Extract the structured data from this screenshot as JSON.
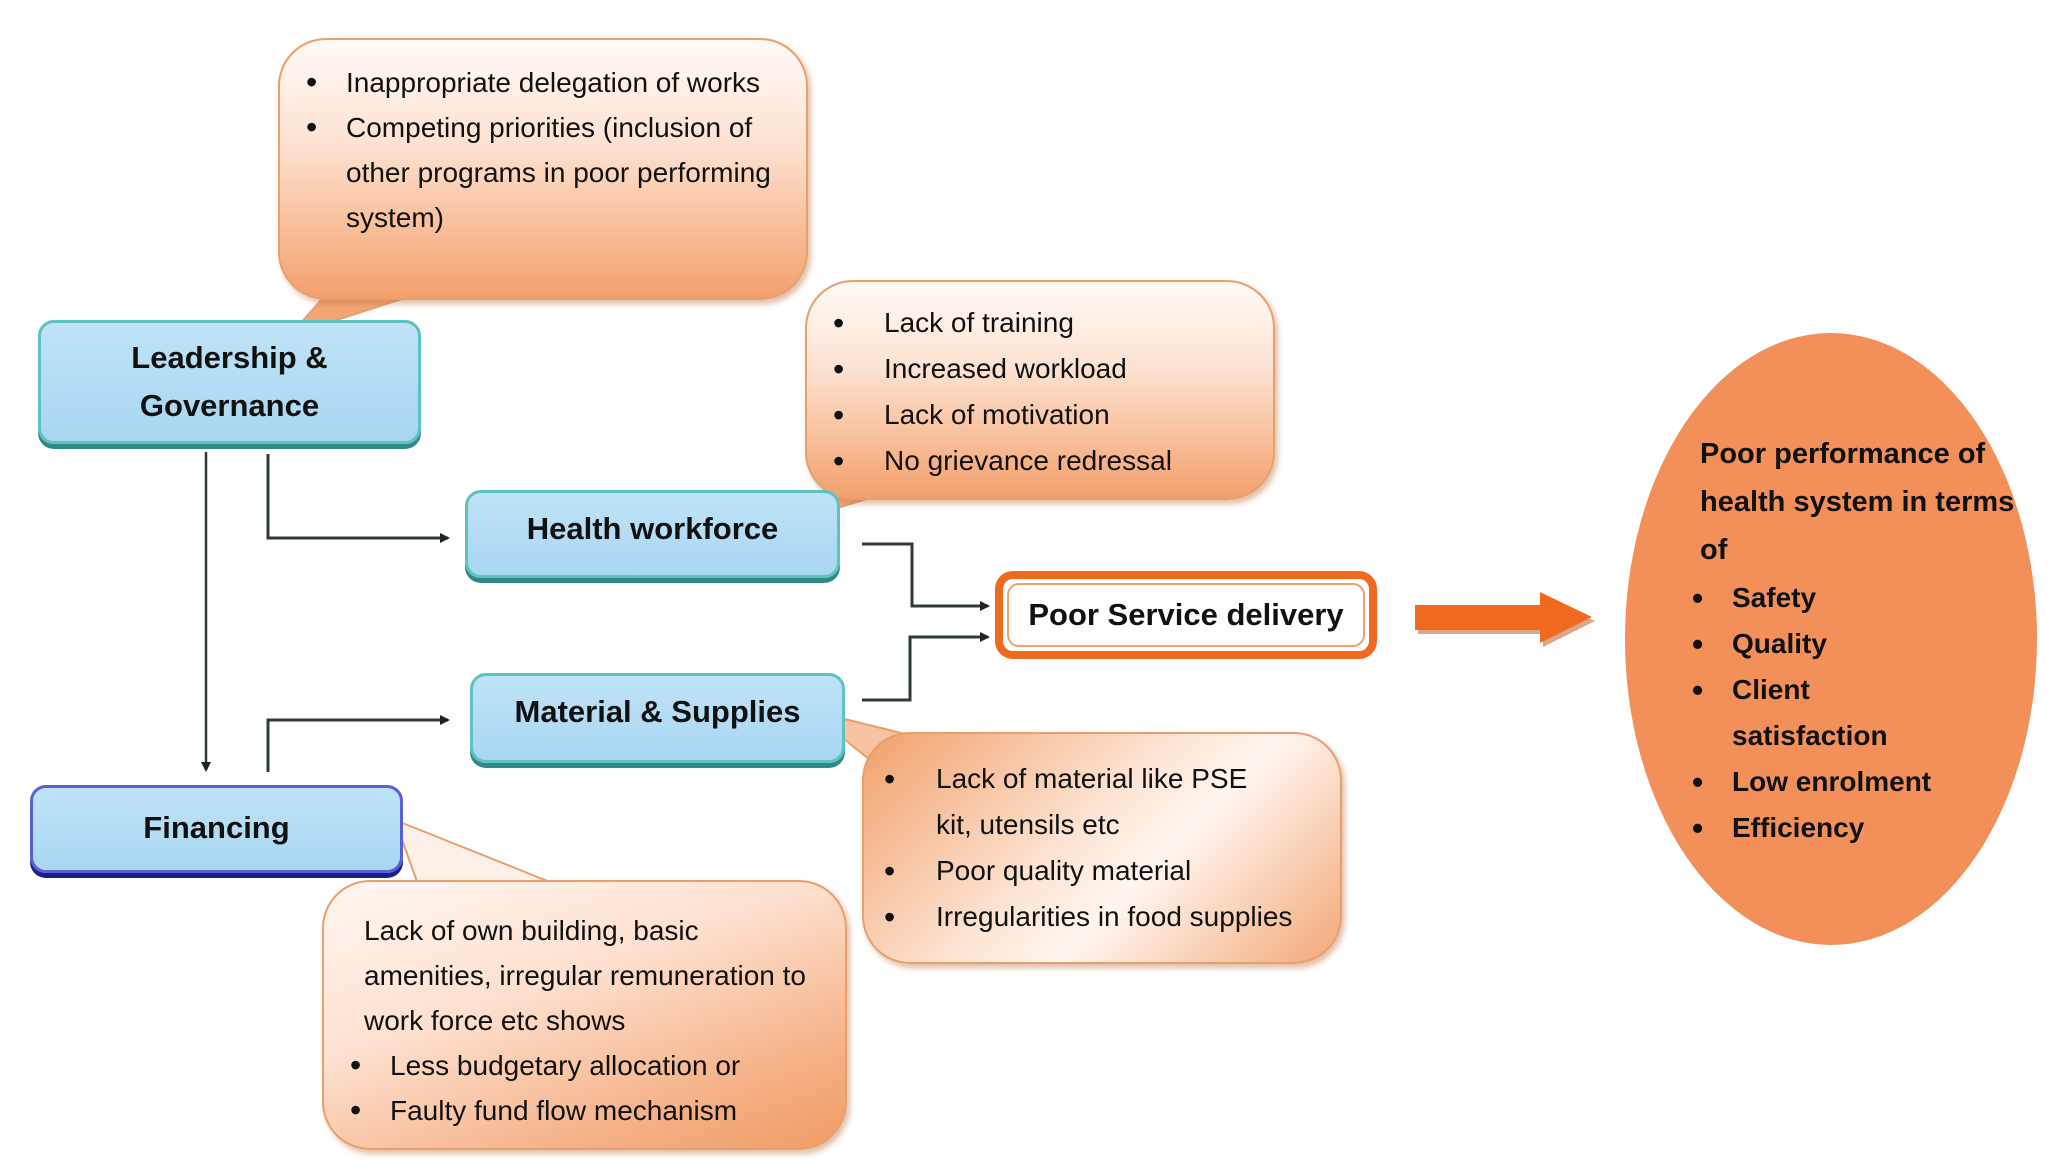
{
  "diagram": {
    "nodes": {
      "leadership": "Leadership & Governance",
      "health_workforce": "Health workforce",
      "material_supplies": "Material & Supplies",
      "financing": "Financing",
      "poor_service_delivery": "Poor Service delivery"
    },
    "callouts": {
      "leadership": {
        "items": [
          "Inappropriate delegation of works",
          "Competing priorities (inclusion of other programs in poor performing system)"
        ]
      },
      "health_workforce": {
        "items": [
          "Lack of training",
          "Increased workload",
          "Lack of motivation",
          "No grievance redressal"
        ]
      },
      "material_supplies": {
        "items": [
          "Lack of material like PSE kit, utensils etc",
          "Poor quality material",
          "Irregularities in food supplies"
        ]
      },
      "financing": {
        "intro": "Lack of own building, basic amenities, irregular remuneration to work force etc shows",
        "items": [
          "Less budgetary allocation or",
          "Faulty fund flow mechanism"
        ]
      }
    },
    "outcome": {
      "heading": "Poor performance of health system in terms of",
      "items": [
        "Safety",
        "Quality",
        "Client satisfaction",
        "Low enrolment",
        "Efficiency"
      ]
    },
    "colors": {
      "node_fill": "#b4dcf4",
      "node_border_teal": "#5cc3c0",
      "node_border_navy": "#5b5fd6",
      "callout_orange": "#f2a06c",
      "accent_orange": "#ef6a1e",
      "outcome_fill": "#f39059",
      "connector": "#2f3b3b"
    },
    "edges": [
      [
        "Leadership & Governance",
        "Health workforce"
      ],
      [
        "Leadership & Governance",
        "Financing"
      ],
      [
        "Financing",
        "Material & Supplies"
      ],
      [
        "Health workforce",
        "Poor Service delivery"
      ],
      [
        "Material & Supplies",
        "Poor Service delivery"
      ],
      [
        "Poor Service delivery",
        "Poor performance of health system"
      ]
    ]
  }
}
